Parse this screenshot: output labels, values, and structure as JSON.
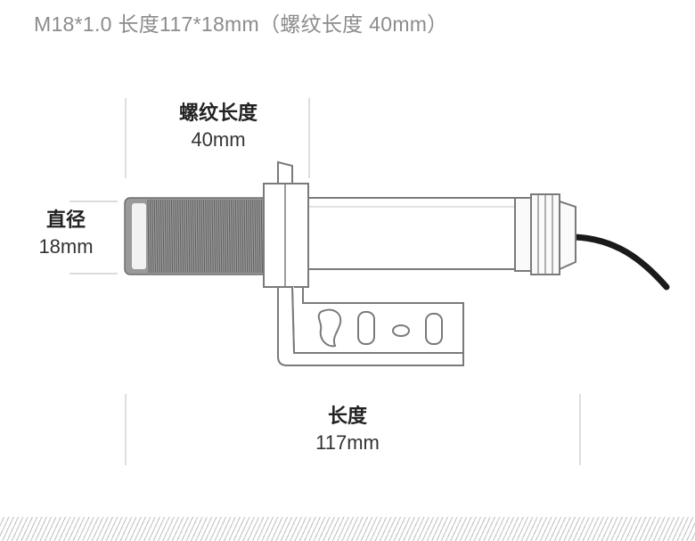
{
  "header": {
    "spec_text": "M18*1.0 长度117*18mm（螺纹长度 40mm）"
  },
  "dimensions": {
    "thread": {
      "label": "螺纹长度",
      "value": "40mm"
    },
    "diameter": {
      "label": "直径",
      "value": "18mm"
    },
    "length": {
      "label": "长度",
      "value": "117mm"
    }
  },
  "colors": {
    "header_text": "#8c8c8c",
    "label_text": "#222222",
    "outline": "#7a7a7a",
    "thread_dark": "#8a8a8a",
    "cable": "#1a1a1a",
    "guide_line": "#c8c8c8"
  }
}
